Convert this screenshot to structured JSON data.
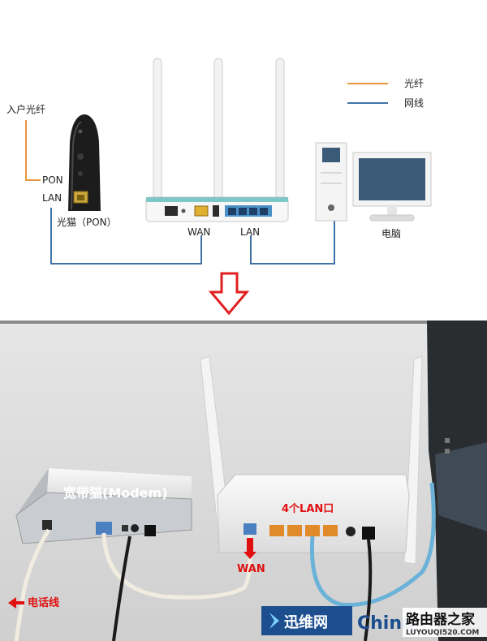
{
  "diagram": {
    "legend": [
      {
        "label": "光纤",
        "color": "#e8963c"
      },
      {
        "label": "网线",
        "color": "#3f73a8"
      }
    ],
    "labels": {
      "entry_fiber": "入户光纤",
      "pon": "PON",
      "lan_left": "LAN",
      "onu": "光猫（PON）",
      "wan": "WAN",
      "lan_router": "LAN",
      "computer": "电脑"
    },
    "colors": {
      "fiber": "#e8963c",
      "ethernet": "#3f73a8",
      "arrow": "#e02020"
    }
  },
  "photo": {
    "labels": {
      "modem": "宽带猫(Modem)",
      "lan_ports": "4个LAN口",
      "wan": "WAN",
      "phone_line": "电话线"
    },
    "watermark": {
      "left_text": "迅维网",
      "mid_text": "China",
      "site_name": "路由器之家",
      "site_url": "LUYOUQI520.COM"
    }
  }
}
